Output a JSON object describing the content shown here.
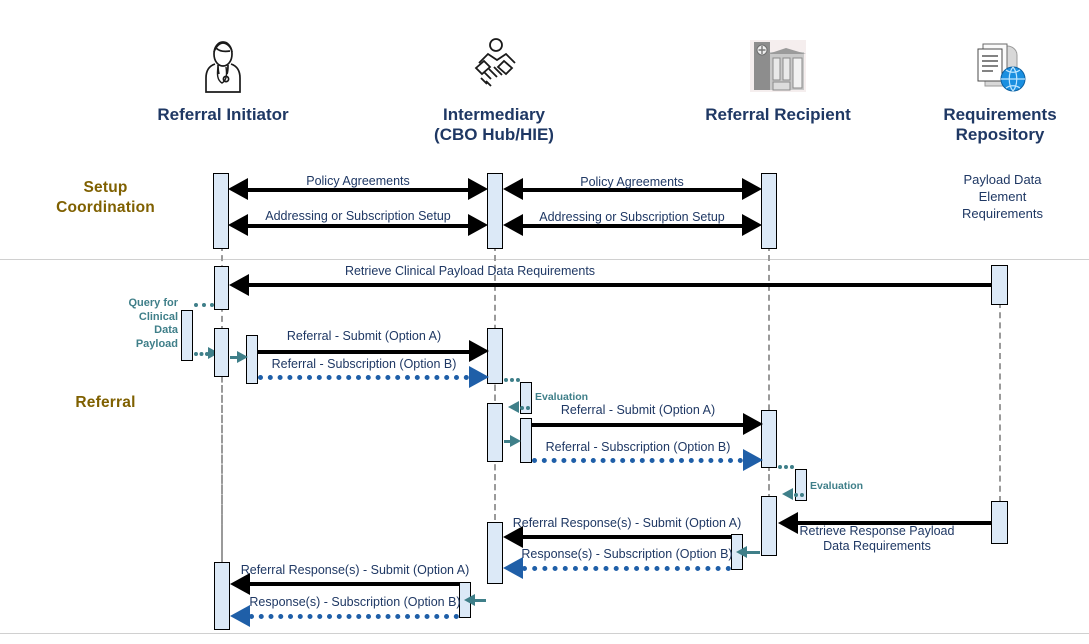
{
  "diagram": {
    "title": "Referral Sequence Diagram",
    "colors": {
      "actor_label": "#1f3864",
      "band_label": "#7f6000",
      "activation_fill": "#dce9f7",
      "solid_message": "#000000",
      "dotted_message": "#1f5fa8",
      "internal_message": "#3f7f89",
      "lifeline": "#9a9a9a"
    }
  },
  "actors": [
    {
      "id": "initiator",
      "label": "Referral Initiator",
      "icon": "clinician-icon"
    },
    {
      "id": "intermediary",
      "label": "Intermediary\n(CBO Hub/HIE)",
      "icon": "handshake-icon"
    },
    {
      "id": "recipient",
      "label": "Referral Recipient",
      "icon": "building-icon"
    },
    {
      "id": "repository",
      "label": "Requirements\nRepository",
      "icon": "database-documents-icon"
    }
  ],
  "bands": [
    {
      "id": "setup",
      "label": "Setup\nCoordination"
    },
    {
      "id": "referral",
      "label": "Referral"
    }
  ],
  "notes": {
    "payload_requirements": "Payload Data\nElement\nRequirements",
    "query_clinical": "Query for\nClinical\nData\nPayload",
    "evaluation_intermediary": "Evaluation",
    "evaluation_recipient": "Evaluation"
  },
  "messages": [
    {
      "id": "policy-agreements-1",
      "label": "Policy Agreements",
      "from": "initiator",
      "to": "intermediary",
      "style": "solid",
      "arrows": "both"
    },
    {
      "id": "addressing-setup-1",
      "label": "Addressing or Subscription Setup",
      "from": "initiator",
      "to": "intermediary",
      "style": "solid",
      "arrows": "both"
    },
    {
      "id": "policy-agreements-2",
      "label": "Policy Agreements",
      "from": "intermediary",
      "to": "recipient",
      "style": "solid",
      "arrows": "both"
    },
    {
      "id": "addressing-setup-2",
      "label": "Addressing or Subscription Setup",
      "from": "intermediary",
      "to": "recipient",
      "style": "solid",
      "arrows": "both"
    },
    {
      "id": "retrieve-clinical-reqs",
      "label": "Retrieve Clinical Payload Data Requirements",
      "from": "repository",
      "to": "initiator",
      "style": "solid",
      "arrows": "left"
    },
    {
      "id": "referral-submit-a-1",
      "label": "Referral - Submit (Option A)",
      "from": "initiator",
      "to": "intermediary",
      "style": "solid",
      "arrows": "right"
    },
    {
      "id": "referral-subscription-b-1",
      "label": "Referral - Subscription (Option B)",
      "from": "initiator",
      "to": "intermediary",
      "style": "dotted",
      "arrows": "right"
    },
    {
      "id": "referral-submit-a-2",
      "label": "Referral - Submit (Option A)",
      "from": "intermediary",
      "to": "recipient",
      "style": "solid",
      "arrows": "right"
    },
    {
      "id": "referral-subscription-b-2",
      "label": "Referral - Subscription (Option B)",
      "from": "intermediary",
      "to": "recipient",
      "style": "dotted",
      "arrows": "right"
    },
    {
      "id": "retrieve-response-reqs",
      "label": "Retrieve Response Payload\nData Requirements",
      "from": "repository",
      "to": "recipient",
      "style": "solid",
      "arrows": "left"
    },
    {
      "id": "response-submit-a-1",
      "label": "Referral Response(s) - Submit (Option A)",
      "from": "recipient",
      "to": "intermediary",
      "style": "solid",
      "arrows": "left"
    },
    {
      "id": "response-subscription-b-1",
      "label": "Response(s) - Subscription (Option B)",
      "from": "recipient",
      "to": "intermediary",
      "style": "dotted",
      "arrows": "left"
    },
    {
      "id": "response-submit-a-2",
      "label": "Referral Response(s) - Submit (Option A)",
      "from": "intermediary",
      "to": "initiator",
      "style": "solid",
      "arrows": "left"
    },
    {
      "id": "response-subscription-b-2",
      "label": "Response(s) - Subscription (Option B)",
      "from": "intermediary",
      "to": "initiator",
      "style": "dotted",
      "arrows": "left"
    }
  ]
}
